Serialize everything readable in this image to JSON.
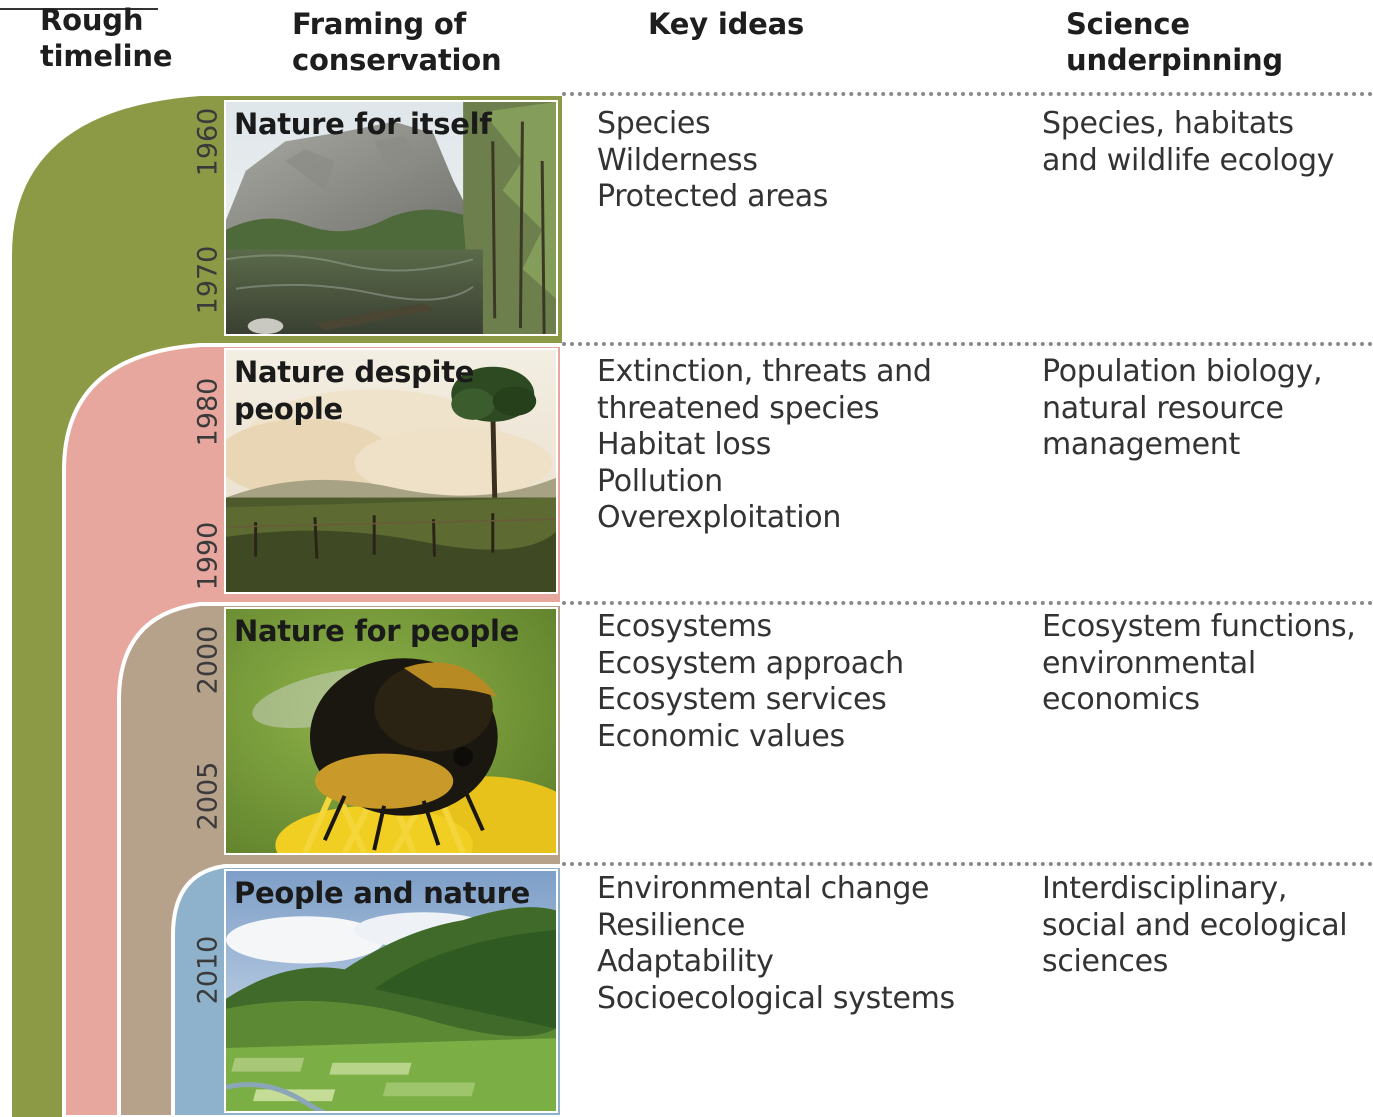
{
  "headers": {
    "timeline": "Rough timeline",
    "framing": "Framing of conservation",
    "key_ideas": "Key ideas",
    "science": "Science underpinning"
  },
  "colors": {
    "band_1": "#8c9a45",
    "band_2": "#e8a79e",
    "band_3": "#b6a18b",
    "band_4": "#8eb2cb",
    "dotted_rule": "#8a8a8a"
  },
  "rows": [
    {
      "title": "Nature for itself",
      "years": [
        "1960",
        "1970"
      ],
      "photo_subject": "lake-with-granite-cliff",
      "key_ideas": [
        "Species",
        "Wilderness",
        "Protected areas"
      ],
      "science": "Species, habitats\nand wildlife ecology"
    },
    {
      "title": "Nature despite\npeople",
      "years": [
        "1980",
        "1990"
      ],
      "photo_subject": "burning-field-with-tree",
      "key_ideas": [
        "Extinction, threats and",
        "threatened species",
        "Habitat loss",
        "Pollution",
        "Overexploitation"
      ],
      "science": "Population biology,\nnatural resource\nmanagement"
    },
    {
      "title": "Nature for people",
      "years": [
        "2000",
        "2005"
      ],
      "photo_subject": "bumblebee-on-dandelion",
      "key_ideas": [
        "Ecosystems",
        "Ecosystem approach",
        "Ecosystem services",
        "Economic values"
      ],
      "science": "Ecosystem functions,\nenvironmental\neconomics"
    },
    {
      "title": "People and nature",
      "years": [
        "2010"
      ],
      "photo_subject": "green-valley-farmland",
      "key_ideas": [
        "Environmental change",
        "Resilience",
        "Adaptability",
        "Socioecological systems"
      ],
      "science": "Interdisciplinary,\nsocial and ecological\nsciences"
    }
  ]
}
